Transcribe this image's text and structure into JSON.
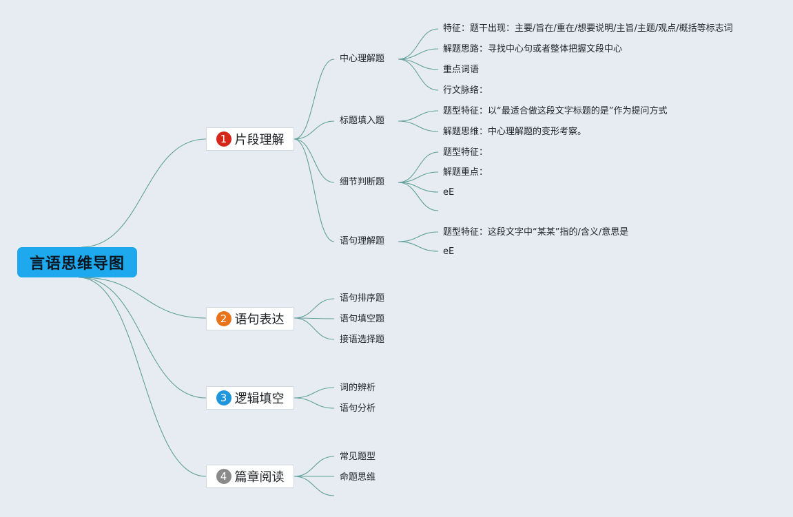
{
  "root": {
    "label": "言语思维导图"
  },
  "branches": [
    {
      "number": "1",
      "label": "片段理解",
      "color": "#d5261a",
      "children": [
        {
          "label": "中心理解题",
          "leaves": [
            "特征：题干出现：主要/旨在/重在/想要说明/主旨/主题/观点/概括等标志词",
            "解题思路：寻找中心句或者整体把握文段中心",
            "重点词语",
            "行文脉络："
          ]
        },
        {
          "label": "标题填入题",
          "leaves": [
            "题型特征：以“最适合做这段文字标题的是”作为提问方式",
            "解题思维：中心理解题的变形考察。"
          ]
        },
        {
          "label": "细节判断题",
          "leaves": [
            "题型特征：",
            "解题重点：",
            "eE",
            ""
          ]
        },
        {
          "label": "语句理解题",
          "leaves": [
            "题型特征：这段文字中“某某”指的/含义/意思是",
            "eE"
          ]
        }
      ]
    },
    {
      "number": "2",
      "label": "语句表达",
      "color": "#e8731a",
      "children": [
        {
          "label": "语句排序题",
          "leaves": []
        },
        {
          "label": "语句填空题",
          "leaves": []
        },
        {
          "label": "接语选择题",
          "leaves": []
        }
      ]
    },
    {
      "number": "3",
      "label": "逻辑填空",
      "color": "#1f95dc",
      "children": [
        {
          "label": "词的辨析",
          "leaves": []
        },
        {
          "label": "语句分析",
          "leaves": []
        }
      ]
    },
    {
      "number": "4",
      "label": "篇章阅读",
      "color": "#8a8a8a",
      "children": [
        {
          "label": "常见题型",
          "leaves": []
        },
        {
          "label": "命题思维",
          "leaves": []
        },
        {
          "label": "",
          "leaves": []
        }
      ]
    }
  ]
}
